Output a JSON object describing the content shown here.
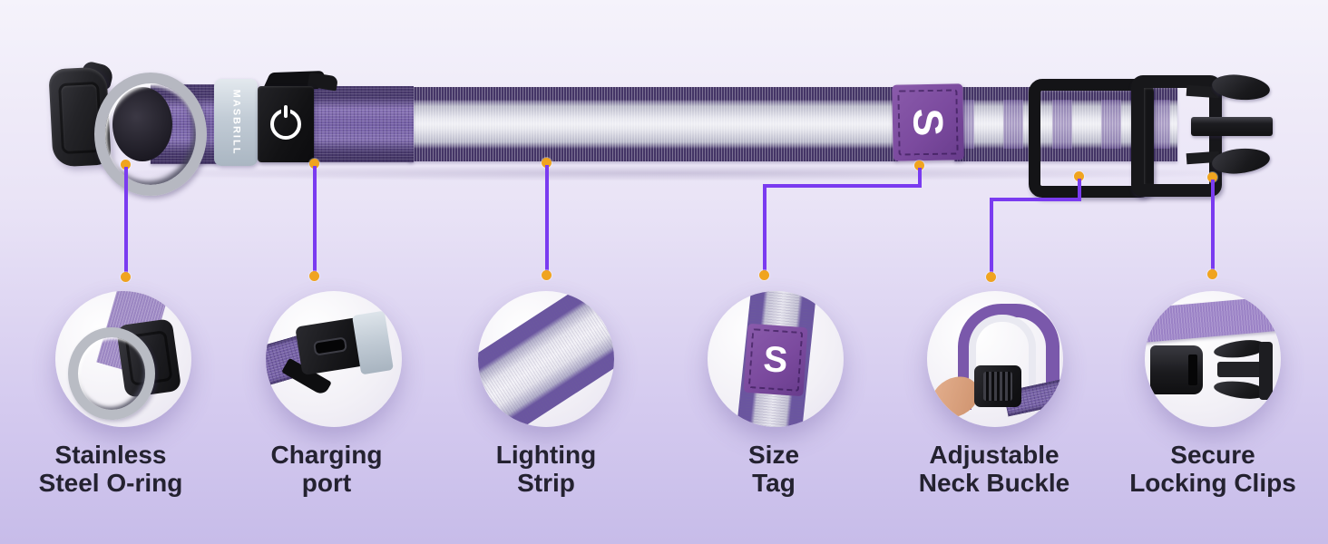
{
  "product": {
    "brand_label": "MASBRILL",
    "size_letter": "S"
  },
  "features": [
    {
      "name": "stainless-steel-o-ring",
      "line1": "Stainless",
      "line2": "Steel O-ring"
    },
    {
      "name": "charging-port",
      "line1": "Charging",
      "line2": "port"
    },
    {
      "name": "lighting-strip",
      "line1": "Lighting",
      "line2": "Strip"
    },
    {
      "name": "size-tag",
      "line1": "Size",
      "line2": "Tag"
    },
    {
      "name": "adjustable-neck-buckle",
      "line1": "Adjustable",
      "line2": "Neck Buckle"
    },
    {
      "name": "secure-locking-clips",
      "line1": "Secure",
      "line2": "Locking Clips"
    }
  ],
  "colors": {
    "background_top": "#f5f3fb",
    "background_bottom": "#c7bce9",
    "callout_line": "#7a3bf0",
    "callout_dot": "#f0a41f",
    "collar_purple": "#7560a6",
    "collar_edge": "#443566",
    "lighting_strip": "#efeff4",
    "size_tag_purple": "#7b4a9e",
    "brand_band": "#c2ccd6",
    "label_text": "#242230"
  },
  "icons": {
    "power_icon": "power-symbol"
  }
}
